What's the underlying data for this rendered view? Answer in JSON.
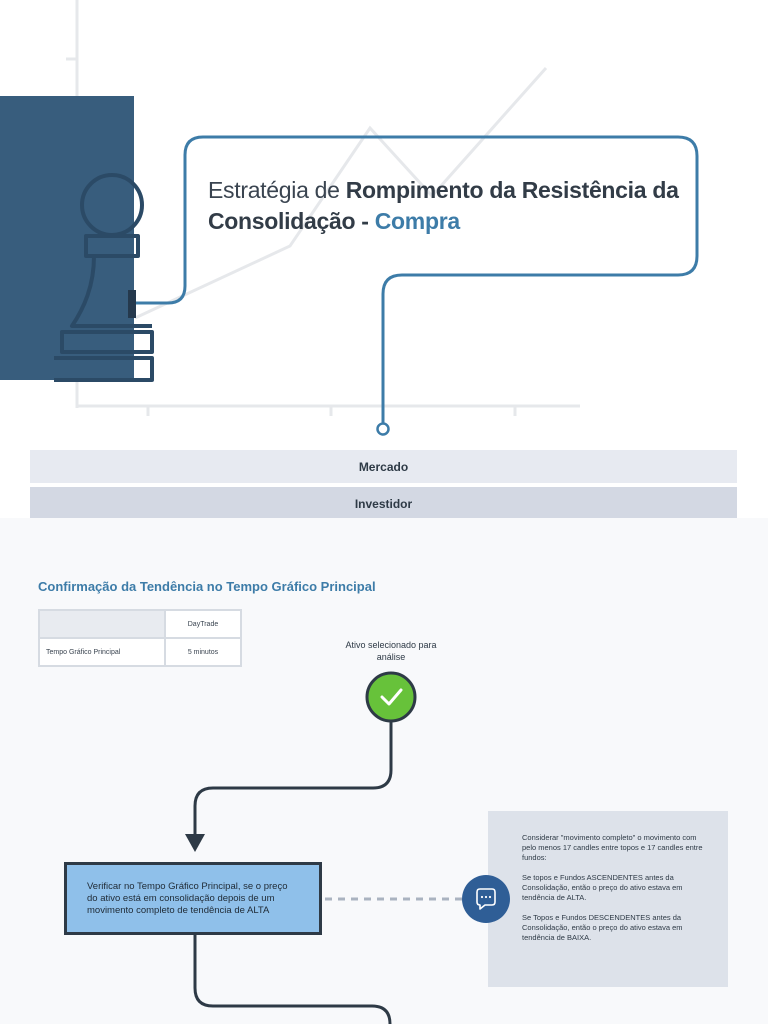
{
  "title": {
    "part1": "Estratégia de ",
    "part2": "Rompimento da Resistência da Consolidação",
    "part3": " - ",
    "part4": "Compra"
  },
  "bars": {
    "mercado": "Mercado",
    "investidor": "Investidor"
  },
  "section_title": "Confirmação da Tendência no Tempo Gráfico Principal",
  "timeframe_table": {
    "header": [
      "",
      "DayTrade"
    ],
    "rows": [
      [
        "Tempo Gráfico Principal",
        "5 minutos"
      ]
    ]
  },
  "flow": {
    "start_label": "Ativo selecionado para análise",
    "verify_text": "Verificar no Tempo Gráfico Principal, se o preço do ativo está em consolidação depois de um movimento completo de tendência de ALTA",
    "note": {
      "p1": "Considerar \"movimento completo\" o movimento com pelo menos 17 candles entre topos e 17 candles entre fundos:",
      "p2": "Se topos e Fundos ASCENDENTES antes da Consolidação, então o preço do ativo estava em tendência de ALTA.",
      "p3": "Se Topos e Fundos DESCENDENTES antes da Consolidação, então o preço do ativo estava em tendência de BAIXA."
    }
  },
  "colors": {
    "accent": "#3d7ca8",
    "panel": "#385d7d",
    "success": "#67c23a",
    "verify_fill": "#8fc0ea",
    "dark": "#2e3a46"
  },
  "icons": {
    "pawn": "chess-pawn-icon",
    "check": "check-icon",
    "chat": "chat-bubble-icon"
  }
}
